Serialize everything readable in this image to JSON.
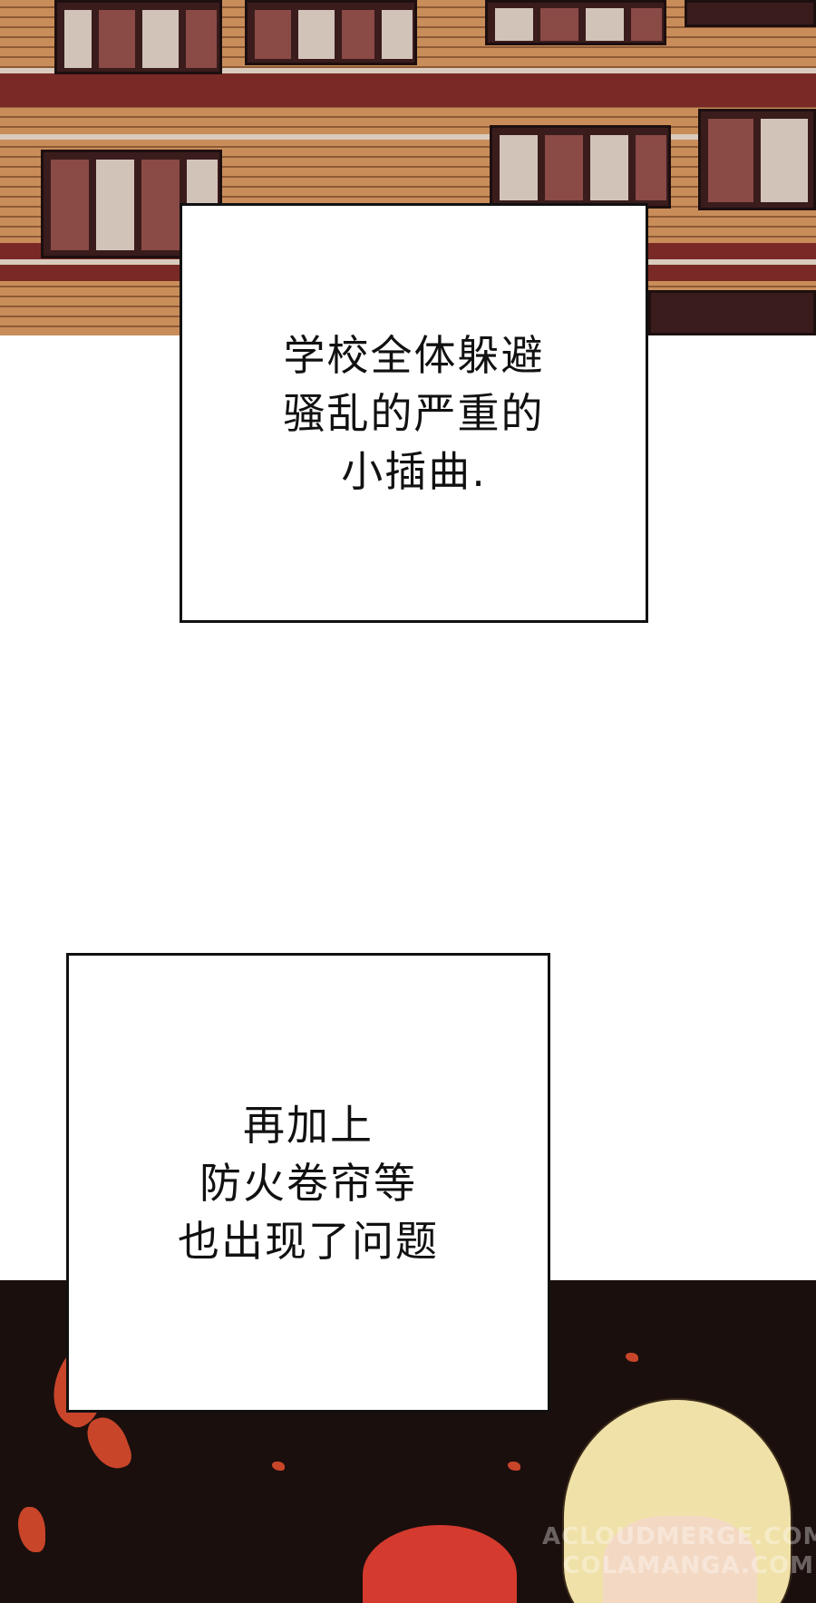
{
  "captions": {
    "box1": {
      "lines": [
        "学校全体躲避",
        "骚乱的严重的",
        "小插曲."
      ]
    },
    "box2": {
      "lines": [
        "再加上",
        "防火卷帘等",
        "也出现了问题"
      ]
    }
  },
  "watermark": {
    "line1": "ACLOUDMERGE.COM",
    "line2": "COLAMANGA.COM"
  },
  "colors": {
    "brick": "#c98d5a",
    "trim_red": "#7a2a26",
    "night_bg": "#1a0f0d",
    "ember": "#c8452a",
    "blonde_hair": "#f0e1a8",
    "red_hair": "#d43a2e"
  }
}
